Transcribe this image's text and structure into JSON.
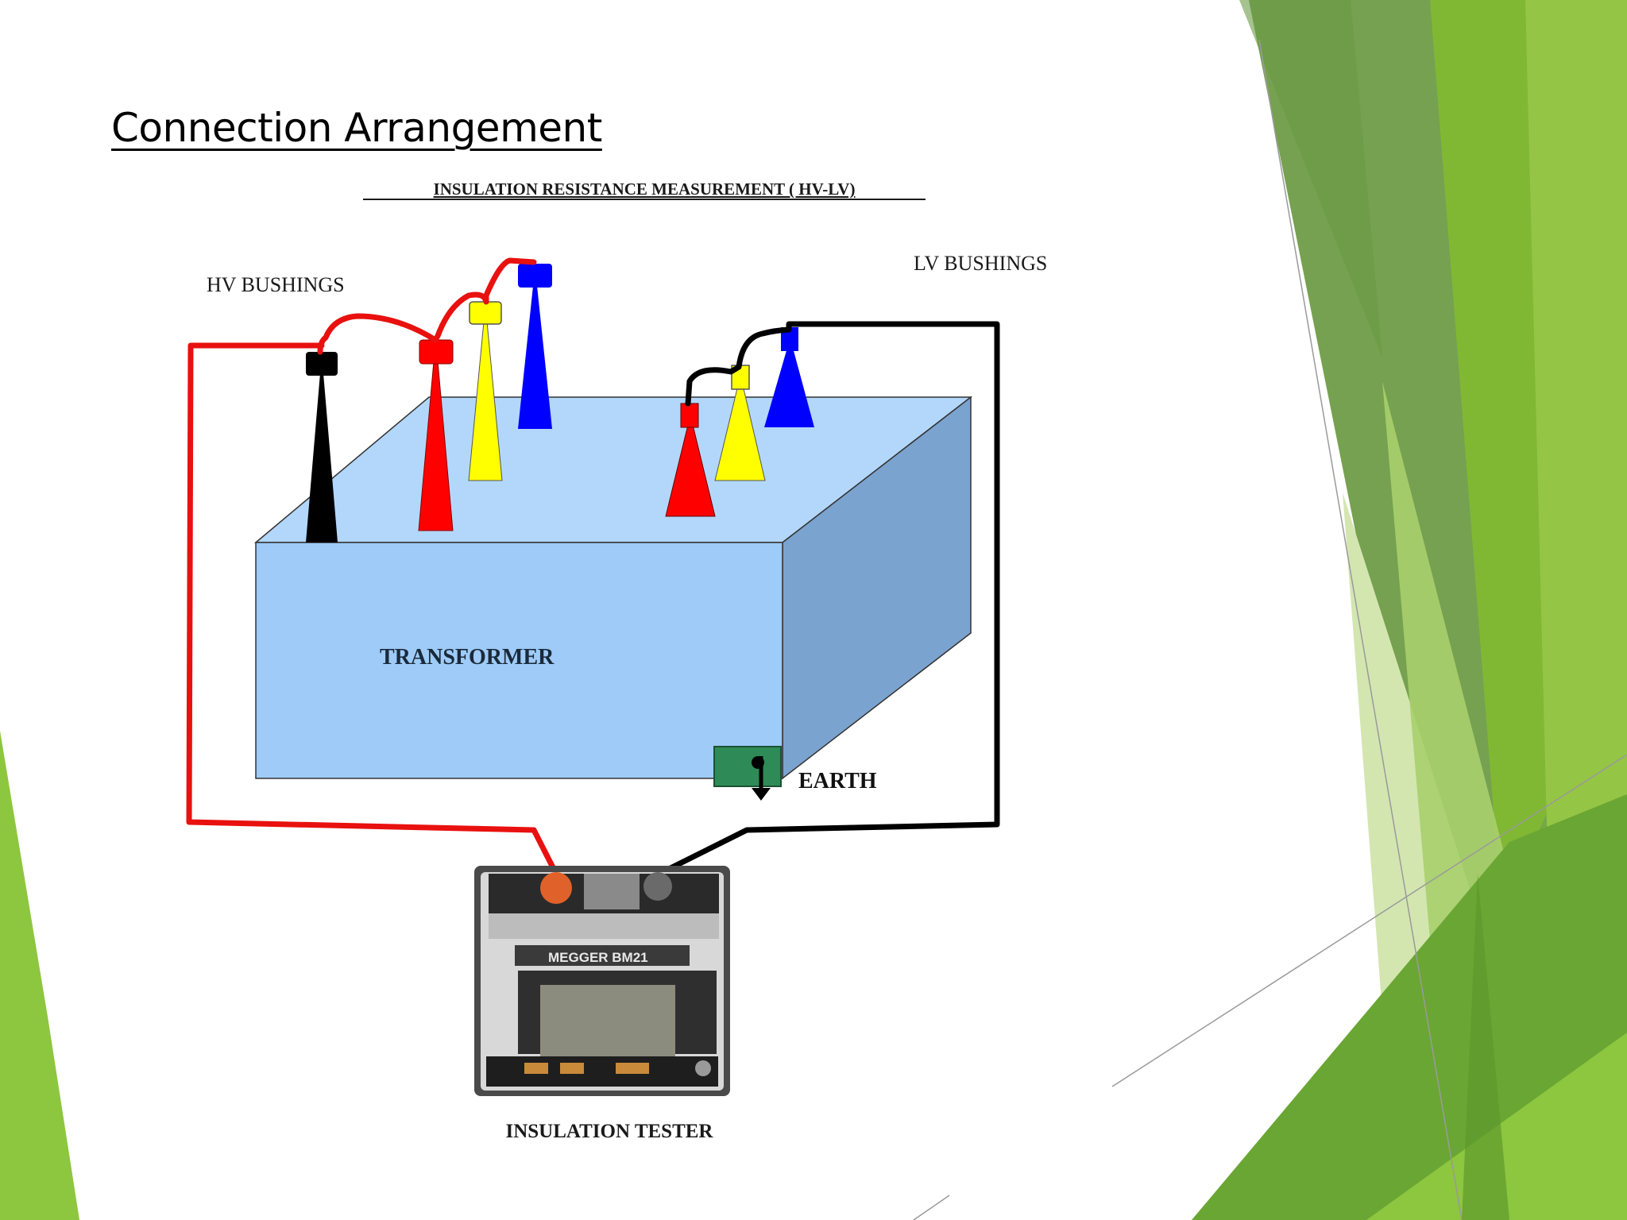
{
  "slide": {
    "title": "Connection Arrangement"
  },
  "diagram": {
    "heading": "INSULATION RESISTANCE MEASUREMENT ( HV-LV)",
    "hv_label": "HV BUSHINGS",
    "lv_label": "LV BUSHINGS",
    "transformer_label": "TRANSFORMER",
    "earth_label": "EARTH",
    "tester_label": "INSULATION TESTER",
    "tester_brand": "MEGGER BM21"
  },
  "colors": {
    "accent_green": "#8dc63f",
    "mid_green": "#6aa232",
    "dark_green": "#4f8a2a",
    "light_green": "#d6e8b4",
    "tank_front": "#9ecbf8",
    "tank_top": "#b3d7fb",
    "tank_side": "#7ba3cf",
    "hv_lead": "#e8110f",
    "lv_lead": "#000000",
    "bushing_black": "#000000",
    "bushing_red": "#ff0000",
    "bushing_yellow": "#ffff00",
    "bushing_blue": "#0000ff",
    "earth_box": "#2e8b57"
  }
}
